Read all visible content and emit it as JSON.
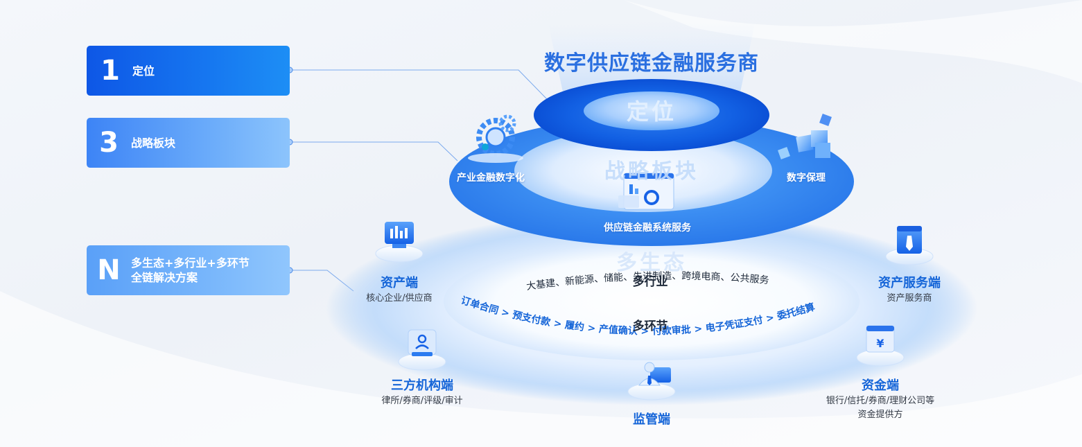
{
  "top_title": "数字供应链金融服务商",
  "watermarks": {
    "dingwei": "定位",
    "zhanlue": "战略板块",
    "shengtai": "多生态"
  },
  "cards": [
    {
      "num": "1",
      "lines": [
        "定位"
      ]
    },
    {
      "num": "3",
      "lines": [
        "战略板块"
      ]
    },
    {
      "num": "N",
      "lines": [
        "多生态+多行业+多环节",
        "全链解决方案"
      ]
    }
  ],
  "strategy_items": {
    "left": "产业金融数字化",
    "right": "数字保理",
    "center": "供应链金融系统服务"
  },
  "industry": {
    "title": "多行业",
    "list": "大基建、新能源、储能、先进制造、跨境电商、公共服务"
  },
  "process": {
    "title": "多环节",
    "steps": [
      "订单合同",
      "预支付款",
      "履约",
      "产值确认",
      "付款审批",
      "电子凭证支付",
      "委托结算"
    ],
    "separator": ">"
  },
  "endpoints": {
    "asset": {
      "title": "资产端",
      "sub": "核心企业/供应商"
    },
    "asset_service": {
      "title": "资产服务端",
      "sub": "资产服务商"
    },
    "third_party": {
      "title": "三方机构端",
      "sub": "律所/券商/评级/审计"
    },
    "capital": {
      "title": "资金端",
      "sub_line1": "银行/信托/券商/理财公司等",
      "sub_line2": "资金提供方"
    },
    "regulator": {
      "title": "监管端"
    }
  },
  "icons": {
    "asset": "bar-chart-icon",
    "asset_service": "tie-icon",
    "third_party": "person-icon",
    "capital": "yen-wallet-icon",
    "regulator": "manager-icon",
    "gears": "gears-icon",
    "cubes": "cubes-icon",
    "dashboard": "dashboard-icon"
  },
  "colors": {
    "primary": "#1565d8",
    "deep_blue": "#0e57e6",
    "light_blue": "#8cc4fc",
    "title_blue": "#2a6fe0"
  }
}
